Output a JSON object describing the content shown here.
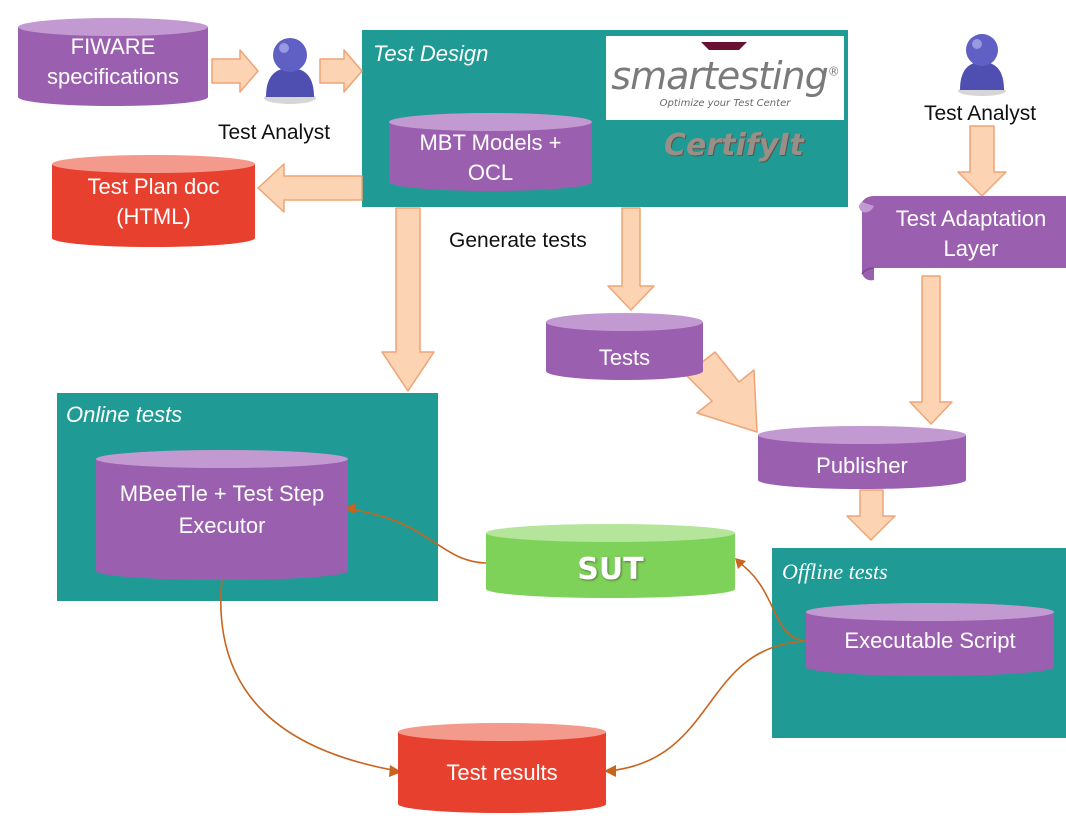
{
  "colors": {
    "teal": "#1f9a94",
    "purple": "#9b5fb0",
    "red": "#e8402e",
    "green": "#7ed25a",
    "arrow_fill": "#fcd4b4",
    "arrow_stroke": "#eea474",
    "connector": "#c8641e",
    "person": "#4f4fb2"
  },
  "labels": {
    "fiware_specs": "FIWARE specifications",
    "test_analyst_left": "Test Analyst",
    "test_analyst_right": "Test Analyst",
    "test_design": "Test Design",
    "mbt_models": "MBT Models + OCL",
    "test_plan_doc": "Test Plan doc (HTML)",
    "generate_tests": "Generate tests",
    "test_adaptation_layer": "Test Adaptation Layer",
    "tests": "Tests",
    "publisher": "Publisher",
    "online_tests": "Online tests",
    "mbeetle": "MBeeTle + Test Step Executor",
    "sut": "SUT",
    "offline_tests": "Offline tests",
    "executable_script": "Executable Script",
    "test_results": "Test results"
  },
  "logos": {
    "smartesting": "smartesting",
    "smartesting_registered": "®",
    "smartesting_tagline": "Optimize your Test Center",
    "certifyit": "CertifyIt"
  }
}
